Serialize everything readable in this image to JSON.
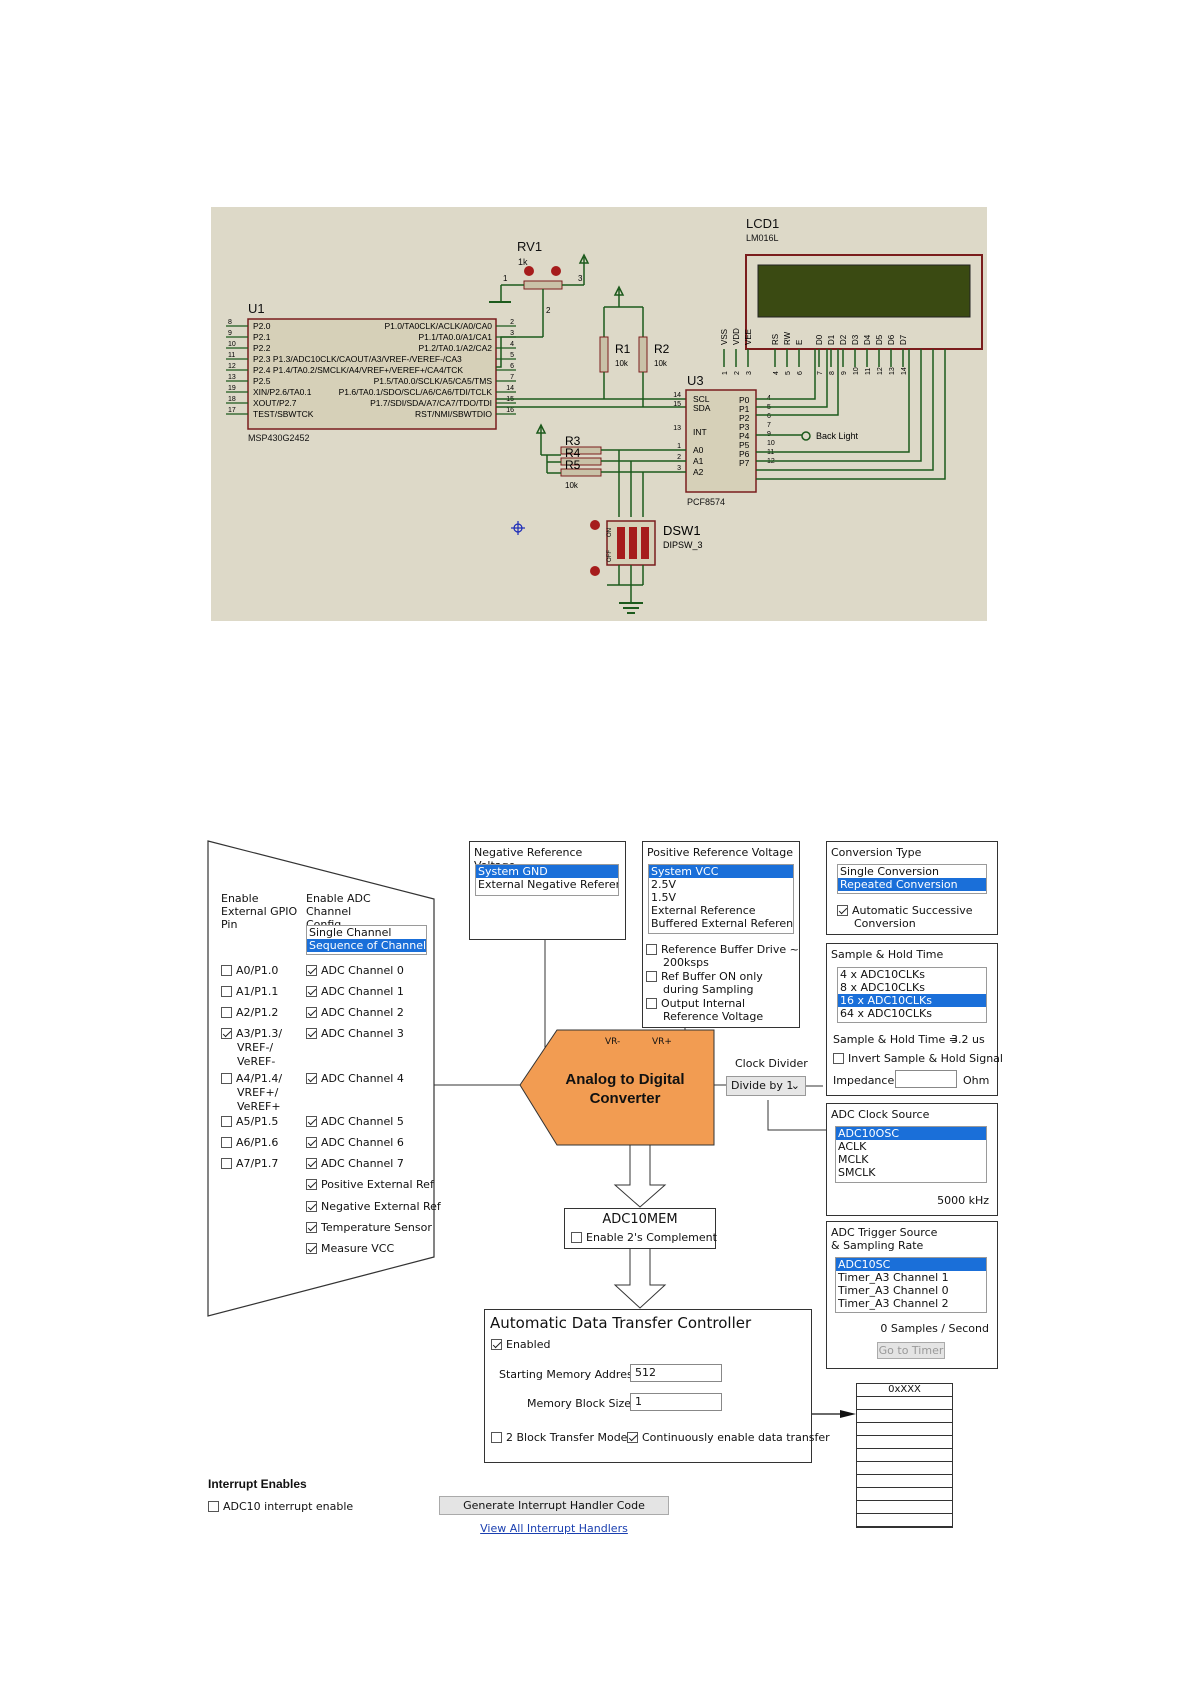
{
  "schematic": {
    "lcd": {
      "ref": "LCD1",
      "model": "LM016L",
      "pins": [
        "VSS",
        "VDD",
        "VEE",
        "RS",
        "RW",
        "E",
        "D0",
        "D1",
        "D2",
        "D3",
        "D4",
        "D5",
        "D6",
        "D7"
      ],
      "pin_numbers": [
        "1",
        "2",
        "3",
        "4",
        "5",
        "6",
        "7",
        "8",
        "9",
        "10",
        "11",
        "12",
        "13",
        "14"
      ]
    },
    "rv1": {
      "ref": "RV1",
      "value": "1k",
      "pin1": "1",
      "pin2": "2",
      "pin3": "3"
    },
    "u1": {
      "ref": "U1",
      "model": "MSP430G2452",
      "left_pins": [
        "P2.0",
        "P2.1",
        "P2.2",
        "P2.3  P1.3/ADC10CLK/CAOUT/A3/VREF-/VEREF-/CA3",
        "P2.4  P1.4/TA0.2/SMCLK/A4/VREF+/VEREF+/CA4/TCK",
        "P2.5",
        "XIN/P2.6/TA0.1",
        "XOUT/P2.7",
        "TEST/SBWTCK"
      ],
      "left_nums": [
        "8",
        "9",
        "10",
        "11",
        "12",
        "13",
        "19",
        "18",
        "17"
      ],
      "right_pins": [
        "P1.0/TA0CLK/ACLK/A0/CA0",
        "P1.1/TA0.0/A1/CA1",
        "P1.2/TA0.1/A2/CA2",
        "",
        "",
        "P1.5/TA0.0/SCLK/A5/CA5/TMS",
        "P1.6/TA0.1/SDO/SCL/A6/CA6/TDI/TCLK",
        "P1.7/SDI/SDA/A7/CA7/TDO/TDI",
        "RST/NMI/SBWTDIO"
      ],
      "right_nums": [
        "2",
        "3",
        "4",
        "5",
        "6",
        "7",
        "14",
        "15",
        "16"
      ]
    },
    "r1": {
      "ref": "R1",
      "value": "10k"
    },
    "r2": {
      "ref": "R2",
      "value": "10k"
    },
    "u3": {
      "ref": "U3",
      "model": "PCF8574",
      "left_pins": [
        "SCL",
        "SDA",
        "INT",
        "A0",
        "A1",
        "A2"
      ],
      "left_nums": [
        "14",
        "15",
        "13",
        "1",
        "2",
        "3"
      ],
      "right_pins": [
        "P0",
        "P1",
        "P2",
        "P3",
        "P4",
        "P5",
        "P6",
        "P7"
      ],
      "right_nums": [
        "4",
        "5",
        "6",
        "7",
        "9",
        "10",
        "11",
        "12"
      ]
    },
    "backlight": "Back Light",
    "r3": "R3",
    "r4": "R4",
    "r5": "R5",
    "r_value": "10k",
    "dsw1": {
      "ref": "DSW1",
      "model": "DIPSW_3",
      "on": "ON",
      "off": "OFF"
    }
  },
  "adc": {
    "gpio": {
      "col1_header": "Enable External GPIO Pin",
      "col2_header": "Enable ADC Channel Config",
      "config_options": [
        "Single Channel",
        "Sequence of Channels"
      ],
      "pins": [
        {
          "label": "A0/P1.0",
          "checked": false
        },
        {
          "label": "A1/P1.1",
          "checked": false
        },
        {
          "label": "A2/P1.2",
          "checked": false
        },
        {
          "label": "A3/P1.3/",
          "extra1": "VREF-/",
          "extra2": "VeREF-",
          "checked": true
        },
        {
          "label": "A4/P1.4/",
          "extra1": "VREF+/",
          "extra2": "VeREF+",
          "checked": false
        },
        {
          "label": "A5/P1.5",
          "checked": false
        },
        {
          "label": "A6/P1.6",
          "checked": false
        },
        {
          "label": "A7/P1.7",
          "checked": false
        }
      ],
      "channels": [
        "ADC Channel 0",
        "ADC Channel 1",
        "ADC Channel 2",
        "ADC Channel 3",
        "ADC Channel 4",
        "ADC Channel 5",
        "ADC Channel 6",
        "ADC Channel 7",
        "Positive External Ref",
        "Negative External Ref",
        "Temperature Sensor",
        "Measure VCC"
      ]
    },
    "neg_ref": {
      "title": "Negative Reference Voltage",
      "options": [
        "System GND",
        "External Negative Referenc"
      ]
    },
    "pos_ref": {
      "title": "Positive Reference Voltage",
      "options": [
        "System VCC",
        "2.5V",
        "1.5V",
        "External Reference",
        "Buffered External Referenc"
      ],
      "checks": [
        {
          "l1": "Reference Buffer Drive ~",
          "l2": "200ksps"
        },
        {
          "l1": "Ref Buffer ON only",
          "l2": "during Sampling"
        },
        {
          "l1": "Output Internal",
          "l2": "Reference Voltage"
        }
      ]
    },
    "conv": {
      "title": "Conversion Type",
      "options": [
        "Single Conversion",
        "Repeated Conversion"
      ],
      "auto_l1": "Automatic Successive",
      "auto_l2": "Conversion"
    },
    "sh": {
      "title": "Sample & Hold Time",
      "options": [
        "4 x ADC10CLKs",
        "8 x ADC10CLKs",
        "16 x ADC10CLKs",
        "64 x ADC10CLKs"
      ],
      "time_label": "Sample & Hold Time =",
      "time_value": "3.2 us",
      "invert": "Invert Sample & Hold Signal",
      "impedance": "Impedance",
      "ohm": "Ohm"
    },
    "core": {
      "title_l1": "Analog to Digital",
      "title_l2": "Converter",
      "vrm": "VR-",
      "vrp": "VR+"
    },
    "clock_divider": {
      "label": "Clock Divider",
      "value": "Divide by 1"
    },
    "clock_source": {
      "title": "ADC Clock Source",
      "options": [
        "ADC10OSC",
        "ACLK",
        "MCLK",
        "SMCLK"
      ],
      "freq": "5000 kHz"
    },
    "trigger": {
      "title_l1": "ADC Trigger Source",
      "title_l2": "& Sampling Rate",
      "options": [
        "ADC10SC",
        "Timer_A3 Channel 1",
        "Timer_A3 Channel 0",
        "Timer_A3 Channel 2"
      ],
      "samples": "0  Samples / Second",
      "goto": "Go to Timer"
    },
    "mem": {
      "title": "ADC10MEM",
      "twos": "Enable 2's Complement"
    },
    "dtc": {
      "title": "Automatic Data Transfer Controller",
      "enabled": "Enabled",
      "start_label": "Starting Memory Address",
      "start_value": "512",
      "block_label": "Memory Block Size",
      "block_value": "1",
      "two_block": "2 Block Transfer Mode",
      "continuous": "Continuously enable data transfer"
    },
    "memtable": {
      "header": "0xXXX"
    },
    "interrupts": {
      "title": "Interrupt Enables",
      "adc10": "ADC10 interrupt enable",
      "generate": "Generate Interrupt Handler Code",
      "view_all": "View All Interrupt Handlers"
    }
  }
}
